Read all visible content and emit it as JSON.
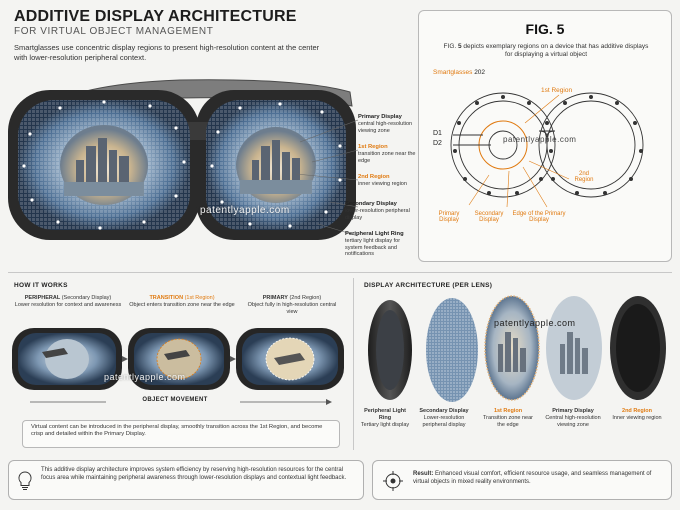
{
  "header": {
    "title": "ADDITIVE DISPLAY ARCHITECTURE",
    "subtitle": "FOR VIRTUAL OBJECT MANAGEMENT",
    "intro": "Smartglasses use concentric display regions to present high-resolution content at the center with lower-resolution peripheral context."
  },
  "hero_callouts": {
    "primary": {
      "title": "Primary Display",
      "desc": "central high-resolution viewing zone"
    },
    "first": {
      "title": "1st Region",
      "desc": "transition zone near the edge"
    },
    "second": {
      "title": "2nd Region",
      "desc": "inner viewing region"
    },
    "secondary": {
      "title": "Secondary Display",
      "desc": "lower-resolution peripheral display"
    },
    "ring": {
      "title": "Peripheral Light Ring",
      "desc": "tertiary light display for system feedback and notifications"
    }
  },
  "watermark": "patentlyapple.com",
  "figure": {
    "title": "FIG. 5",
    "desc_prefix": "FIG. ",
    "desc_num": "5",
    "desc_rest": " depicts exemplary regions on a device that has additive displays for displaying a virtual object",
    "label_smartglasses": "Smartglasses",
    "label_202": "202",
    "label_first": "1st Region",
    "label_d1": "D1",
    "label_d2": "D2",
    "label_second": "2nd Region",
    "label_primary": "Primary Display",
    "label_secondary": "Secondary Display",
    "label_edge": "Edge of the Primary Display"
  },
  "how": {
    "heading": "HOW IT WORKS",
    "col1": {
      "title": "PERIPHERAL",
      "paren": "(Secondary Display)",
      "desc": "Lower resolution for context and awareness"
    },
    "col2": {
      "title": "TRANSITION",
      "paren": "(1st Region)",
      "desc": "Object enters transition zone near the edge"
    },
    "col3": {
      "title": "PRIMARY",
      "paren": "(2nd Region)",
      "desc": "Object fully in high-resolution central view"
    },
    "movement": "OBJECT MOVEMENT",
    "note": "Virtual content can be introduced in the peripheral display, smoothly transition across the 1st Region, and become crisp and detailed within the Primary Display."
  },
  "arch": {
    "heading": "DISPLAY ARCHITECTURE (PER LENS)",
    "layers": [
      {
        "title": "Peripheral Light Ring",
        "desc": "Tertiary light display"
      },
      {
        "title": "Secondary Display",
        "desc": "Lower-resolution peripheral display"
      },
      {
        "title": "1st Region",
        "desc": "Transition zone near the edge"
      },
      {
        "title": "Primary Display",
        "desc": "Central high-resolution viewing zone"
      },
      {
        "title": "2nd Region",
        "desc": "Inner viewing region"
      }
    ]
  },
  "bottom": {
    "left": "This additive display architecture improves system efficiency by reserving high-resolution resources for the central focus area while maintaining peripheral awareness through lower-resolution displays and contextual light feedback.",
    "result_label": "Result:",
    "result_text": " Enhanced visual comfort, efficient resource usage, and seamless management of virtual objects in mixed reality environments."
  },
  "colors": {
    "accent": "#e07a10",
    "dark": "#1d1d1d",
    "lens_blue": "#6f93b8"
  }
}
